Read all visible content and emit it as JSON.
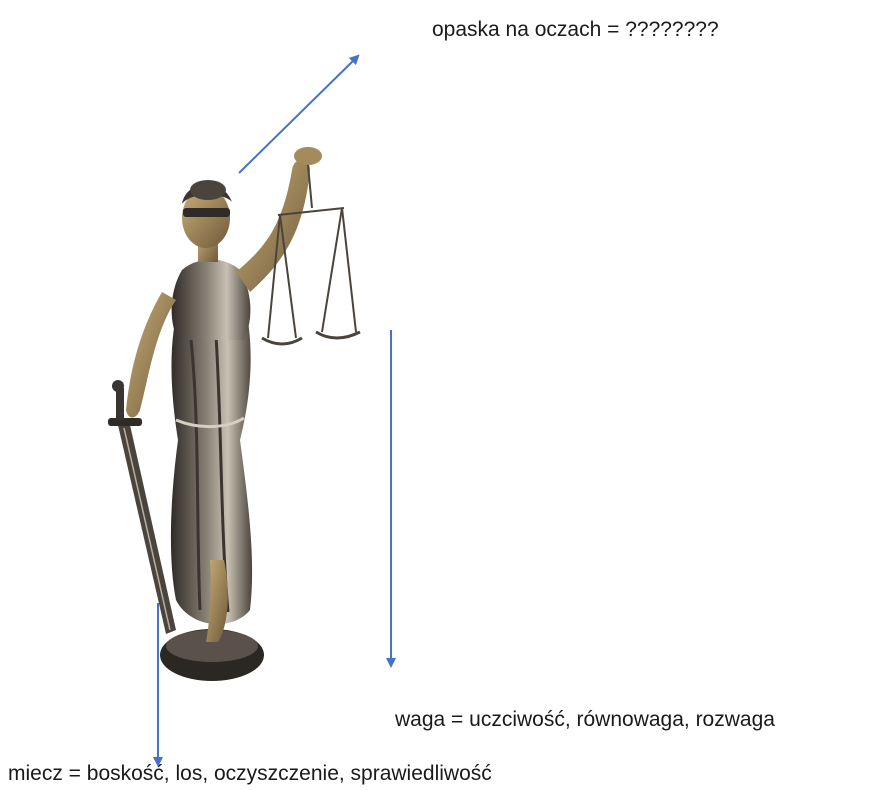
{
  "labels": {
    "blindfold": "opaska na oczach = ????????",
    "scales": "waga = uczciwość, równowaga, rozwaga",
    "sword": "miecz = boskość, los, oczyszczenie, sprawiedliwość"
  },
  "colors": {
    "arrow": "#4472c4",
    "bronze_dark": "#3a3530",
    "bronze_mid": "#6e665c",
    "bronze_light": "#b9b0a2",
    "skin_gold": "#a58a5c"
  },
  "figure": {
    "subject": "lady-justice-statue",
    "attributes": [
      "blindfold",
      "scales",
      "sword"
    ]
  }
}
